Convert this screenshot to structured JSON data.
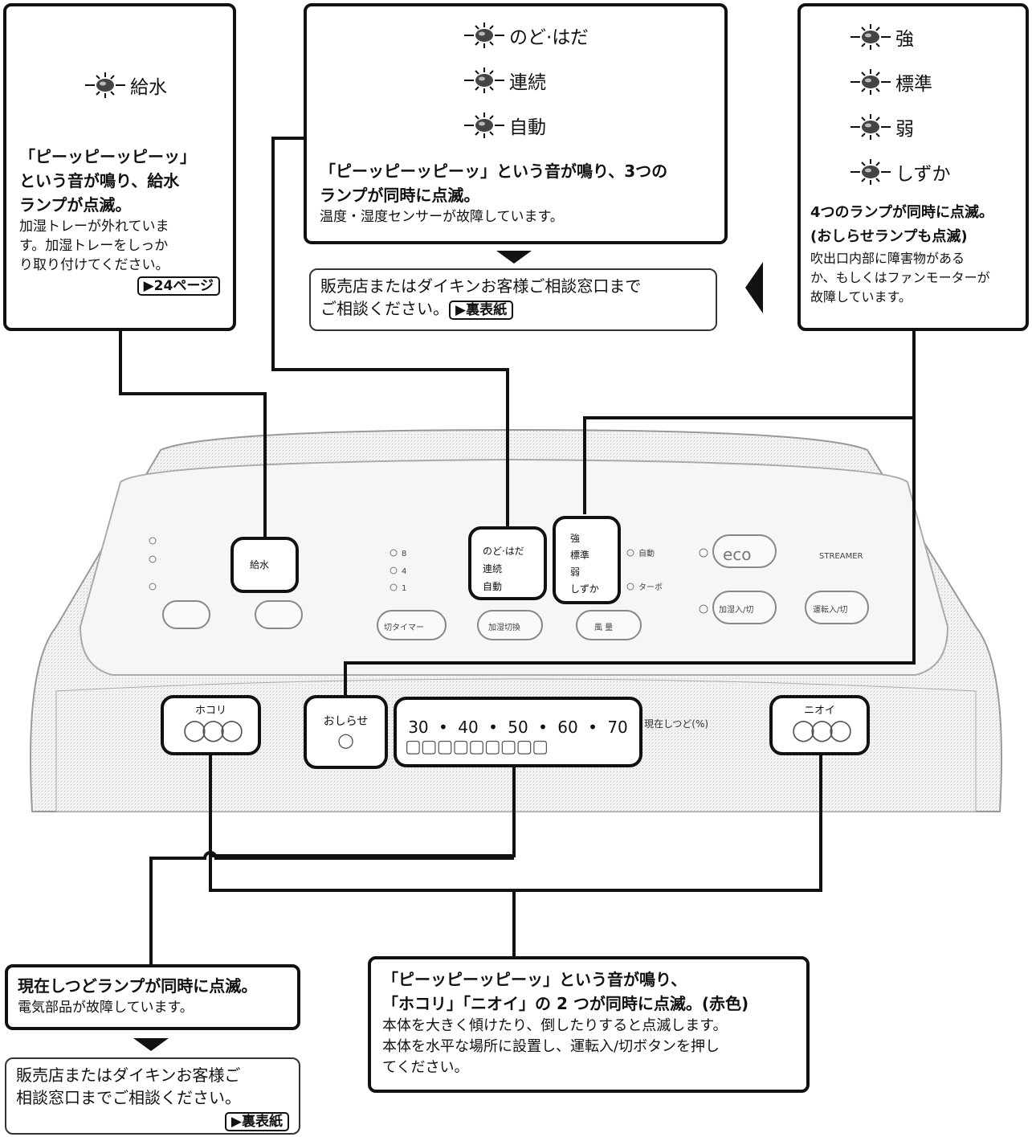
{
  "box_water": {
    "lamp": "給水",
    "headline": "「ピーッピーッピーッ」という音が鳴り、給水ランプが点滅。",
    "headline_lines": [
      "「ピーッピーッピーッ」",
      "という音が鳴り、給水",
      "ランプが点滅。"
    ],
    "body_lines": [
      "加湿トレーが外れていま",
      "す。加湿トレーをしっか",
      "り取り付けてください。"
    ],
    "ref": "▶24ページ"
  },
  "box_sensor": {
    "lamps": [
      "のど·はだ",
      "連続",
      "自動"
    ],
    "headline_lines": [
      "「ピーッピーッピーッ」という音が鳴り、3つの",
      "ランプが同時に点滅。"
    ],
    "body": "温度・湿度センサーが故障しています。",
    "contact_lines": [
      "販売店またはダイキンお客様ご相談窓口まで",
      "ご相談ください。"
    ],
    "ref": "▶裏表紙"
  },
  "box_fan": {
    "lamps": [
      "強",
      "標準",
      "弱",
      "しずか"
    ],
    "headline_lines": [
      "4つのランプが同時に点滅。",
      "(おしらせランプも点滅)"
    ],
    "body_lines": [
      "吹出口内部に障害物がある",
      "か、もしくはファンモーターが",
      "故障しています。"
    ]
  },
  "box_humidity": {
    "headline": "現在しつどランプが同時に点滅。",
    "body": "電気部品が故障しています。",
    "contact_lines": [
      "販売店またはダイキンお客様ご",
      "相談窓口までご相談ください。"
    ],
    "ref": "▶裏表紙"
  },
  "box_tilt": {
    "headline_lines": [
      "「ピーッピーッピーッ」という音が鳴り、",
      "「ホコリ」「ニオイ」の 2 つが同時に点滅。(赤色)"
    ],
    "body_lines": [
      "本体を大きく傾けたり、倒したりすると点滅します。",
      "本体を水平な場所に設置し、運転入/切ボタンを押し",
      "てください。"
    ]
  },
  "panel": {
    "water_label": "給水",
    "mode_labels": [
      "のど·はだ",
      "連続",
      "自動"
    ],
    "fan_labels": [
      "強",
      "標準",
      "弱",
      "しずか"
    ],
    "eco": "eco",
    "streamer": "STREAMER",
    "timer_labels": [
      "8",
      "4",
      "1"
    ],
    "side_labels": [
      "自動",
      "ターボ"
    ],
    "buttons": [
      "切タイマー",
      "加湿切換",
      "風 量",
      "加湿入/切",
      "運転入/切"
    ],
    "dust": "ホコリ",
    "notice": "おしらせ",
    "humidity_scale": [
      "30",
      "40",
      "50",
      "60",
      "70"
    ],
    "humidity_label": "現在しつど(%)",
    "odor": "ニオイ"
  }
}
